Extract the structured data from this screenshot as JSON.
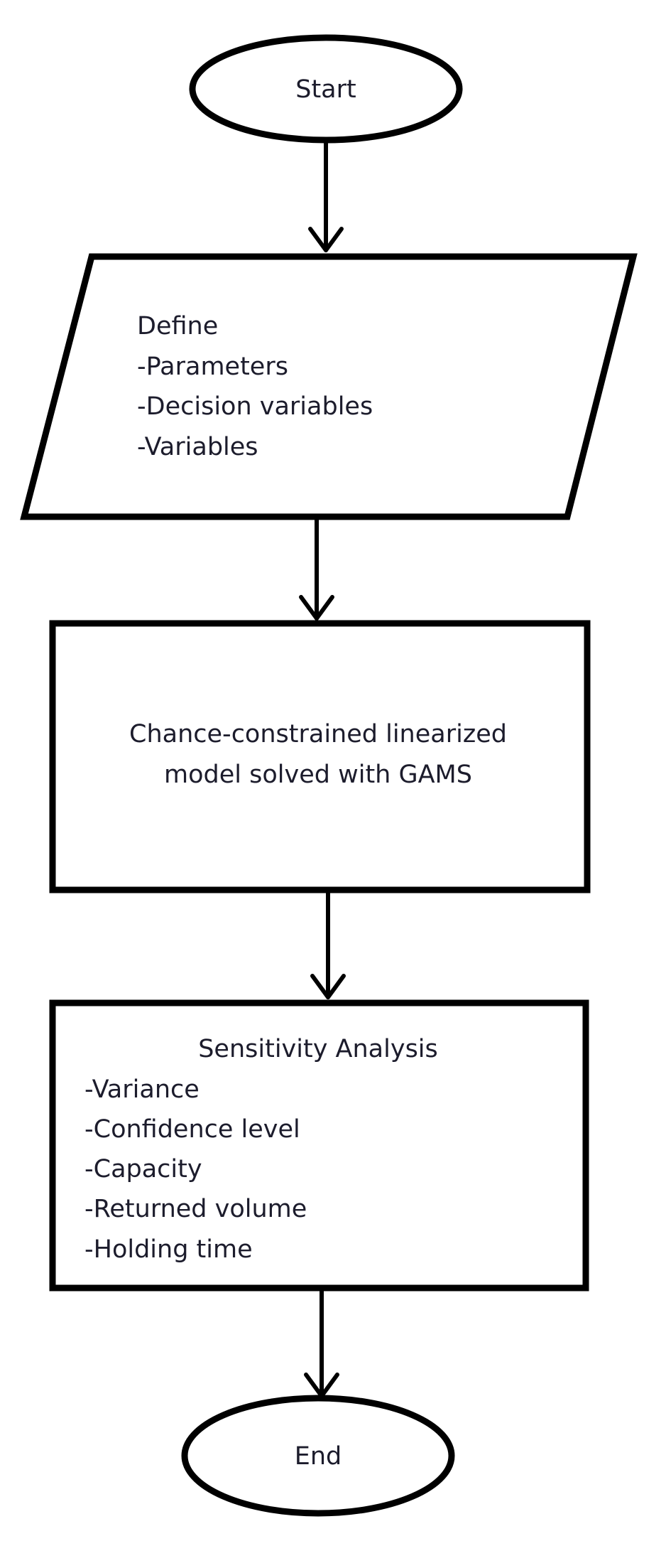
{
  "flowchart": {
    "start": {
      "label": "Start"
    },
    "define": {
      "title": "Define",
      "items": [
        "-Parameters",
        "-Decision variables",
        "-Variables"
      ]
    },
    "model": {
      "lines": [
        "Chance-constrained linearized",
        "model solved with GAMS"
      ]
    },
    "sensitivity": {
      "title": "Sensitivity Analysis",
      "items": [
        "-Variance",
        "-Confidence level",
        "-Capacity",
        "-Returned volume",
        "-Holding time"
      ]
    },
    "end": {
      "label": "End"
    }
  }
}
